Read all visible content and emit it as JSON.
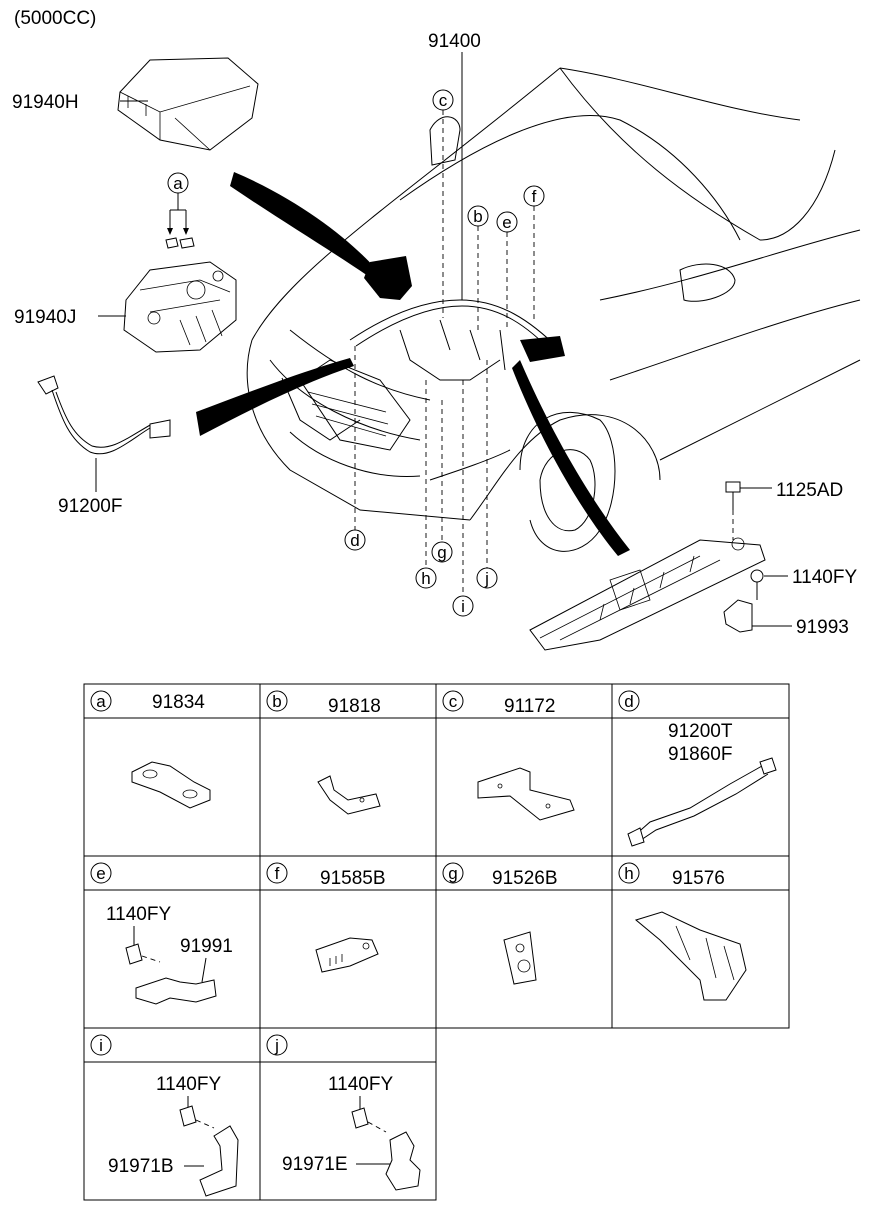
{
  "header": {
    "variant": "(5000CC)"
  },
  "main_labels": {
    "cover": "91940H",
    "harness": "91400",
    "junction_box": "91940J",
    "battery_cable": "91200F",
    "bolt_top": "1125AD",
    "bolt_mid": "1140FY",
    "bracket": "91993"
  },
  "callouts": [
    "c",
    "a",
    "b",
    "e",
    "f",
    "d",
    "g",
    "h",
    "i",
    "j"
  ],
  "table": {
    "cells": [
      {
        "letter": "a",
        "parts": [
          "91834"
        ]
      },
      {
        "letter": "b",
        "parts": [
          "91818"
        ]
      },
      {
        "letter": "c",
        "parts": [
          "91172"
        ]
      },
      {
        "letter": "d",
        "parts": [
          "91200T",
          "91860F"
        ]
      },
      {
        "letter": "e",
        "parts": [
          "1140FY",
          "91991"
        ]
      },
      {
        "letter": "f",
        "parts": [
          "91585B"
        ]
      },
      {
        "letter": "g",
        "parts": [
          "91526B"
        ]
      },
      {
        "letter": "h",
        "parts": [
          "91576"
        ]
      },
      {
        "letter": "i",
        "parts": [
          "1140FY",
          "91971B"
        ]
      },
      {
        "letter": "j",
        "parts": [
          "1140FY",
          "91971E"
        ]
      }
    ]
  }
}
